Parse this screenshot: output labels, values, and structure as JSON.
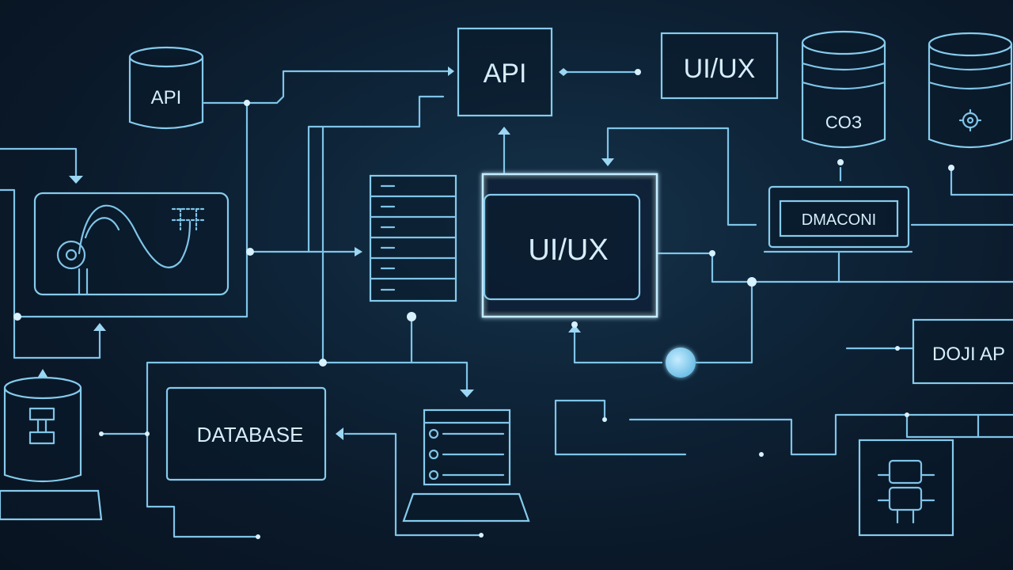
{
  "nodes": {
    "api_cylinder": {
      "label": "API"
    },
    "api_box": {
      "label": "API"
    },
    "uiux_top_box": {
      "label": "UI/UX"
    },
    "cos_cylinder": {
      "label": "COЗ"
    },
    "gear_cylinder": {
      "label": ""
    },
    "uiux_main": {
      "label": "UI/UX"
    },
    "dmacon_laptop": {
      "label": "DMACONI"
    },
    "database_box": {
      "label": "DATABASE"
    },
    "dojiap_box": {
      "label": "DOJI AP"
    }
  },
  "colors": {
    "background": "#0b1a2b",
    "line": "#7fc4e8",
    "highlight": "#c3ecff",
    "node_fill": "#86d3f2"
  },
  "icons": [
    "cylinder-database-icon",
    "server-rack-icon",
    "laptop-icon",
    "gear-icon",
    "waveform-icon",
    "circuit-icon"
  ]
}
